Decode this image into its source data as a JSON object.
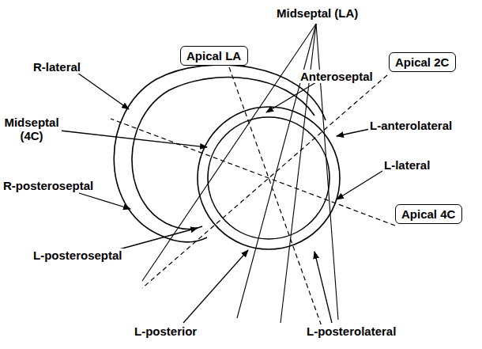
{
  "diagram": {
    "nodes": [
      {
        "text": [
          "Apical LA"
        ]
      },
      {
        "text": [
          "Apical 2C"
        ]
      },
      {
        "text": [
          "Apical 4C"
        ]
      }
    ],
    "labels": [
      "Midseptal (LA)",
      "R-lateral",
      "Anteroseptal",
      "Midseptal (4C)",
      "L-anterolateral",
      "L-lateral",
      "R-posteroseptal",
      "L-posteroseptal",
      "L-posterior",
      "L-posterolateral"
    ]
  }
}
